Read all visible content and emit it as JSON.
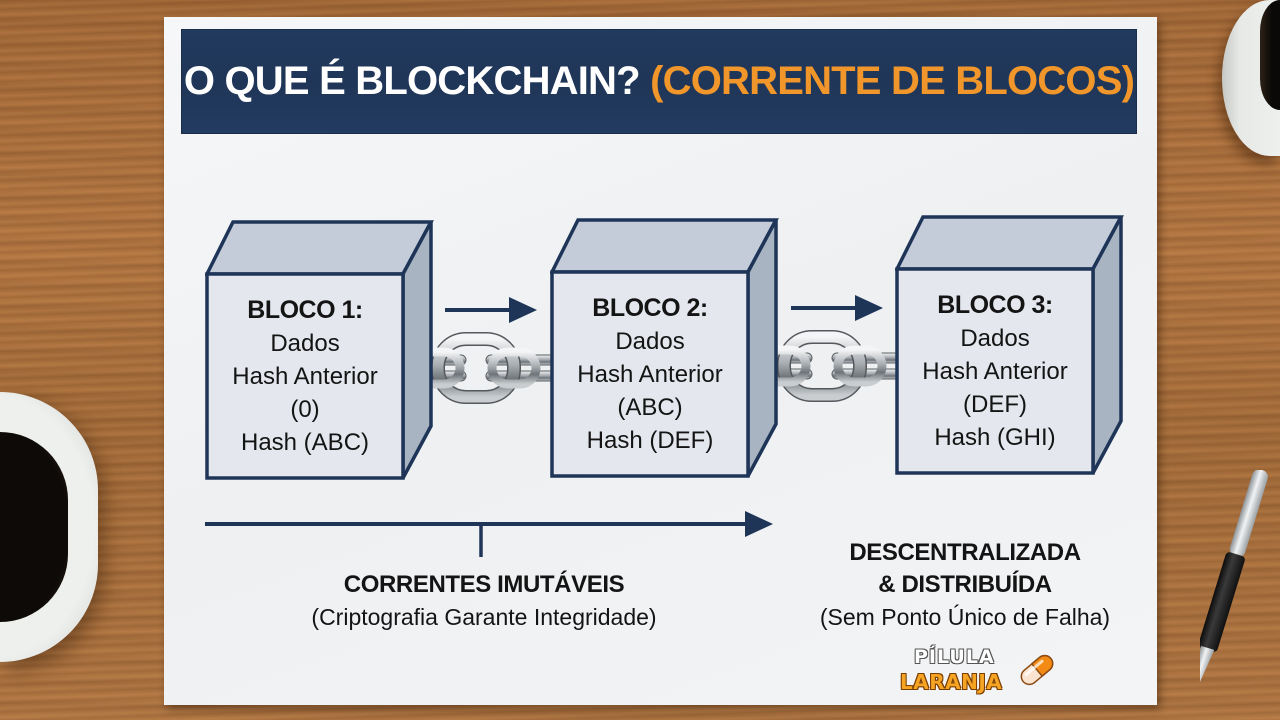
{
  "title": {
    "main": "O QUE É BLOCKCHAIN?",
    "accent": "(CORRENTE DE BLOCOS)"
  },
  "colors": {
    "banner": "#213a5e",
    "accent": "#f0962a",
    "block_stroke": "#1e3558",
    "block_face": "#e4e8ee",
    "block_top": "#c3ccd8",
    "block_side": "#a9b4c3",
    "text": "#141414"
  },
  "blocks": [
    {
      "heading": "BLOCO 1:",
      "lines": [
        "Dados",
        "Hash Anterior",
        "(0)",
        "Hash (ABC)"
      ]
    },
    {
      "heading": "BLOCO 2:",
      "lines": [
        "Dados",
        "Hash Anterior",
        "(ABC)",
        "Hash (DEF)"
      ]
    },
    {
      "heading": "BLOCO 3:",
      "lines": [
        "Dados",
        "Hash Anterior",
        "(DEF)",
        "Hash (GHI)"
      ]
    }
  ],
  "captions": {
    "left": {
      "heading": "CORRENTES IMUTÁVEIS",
      "sub": "(Criptografia Garante Integridade)"
    },
    "right": {
      "heading_line1": "DESCENTRALIZADA",
      "heading_line2": "& DISTRIBUÍDA",
      "sub": "(Sem Ponto Único de Falha)"
    }
  },
  "logo": {
    "line1": "PÍLULA",
    "line2": "LARANJA",
    "icon": "pill-icon"
  }
}
